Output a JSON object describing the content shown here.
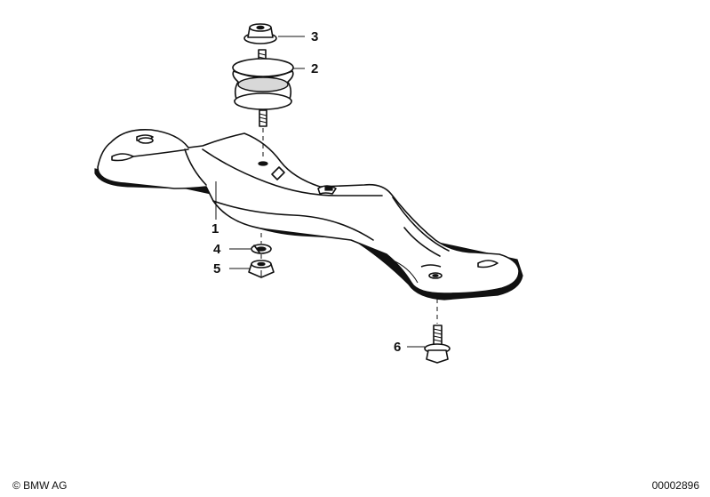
{
  "callouts": [
    {
      "id": "1",
      "label": "1"
    },
    {
      "id": "2",
      "label": "2"
    },
    {
      "id": "3",
      "label": "3"
    },
    {
      "id": "4",
      "label": "4"
    },
    {
      "id": "5",
      "label": "5"
    },
    {
      "id": "6",
      "label": "6"
    }
  ],
  "footer": {
    "copyright": "© BMW AG",
    "document_number": "00002896"
  }
}
